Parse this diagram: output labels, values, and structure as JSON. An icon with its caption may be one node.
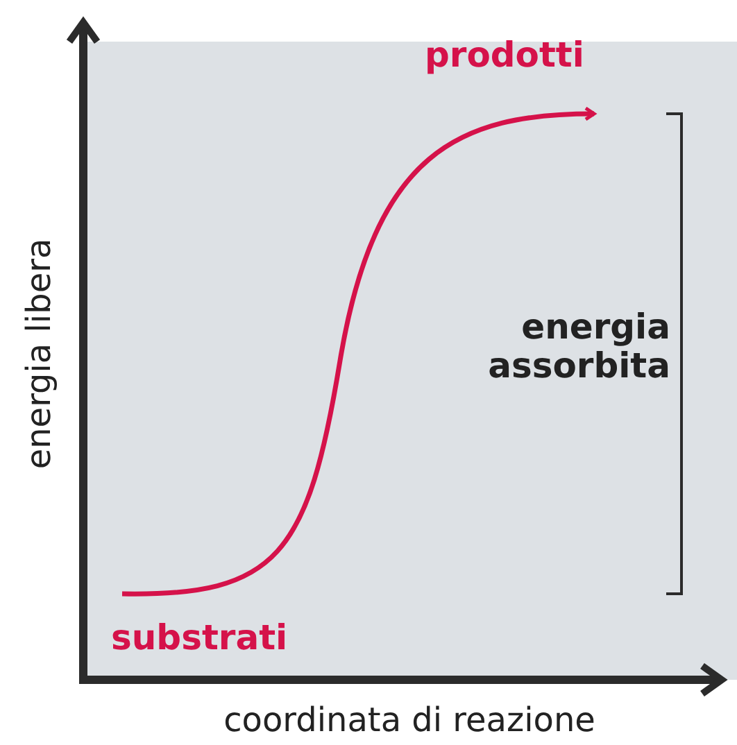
{
  "diagram": {
    "labels": [
      "prodotti",
      "energia assorbita",
      "substrati",
      "energia libera",
      "coordinata di reazione"
    ]
  }
}
